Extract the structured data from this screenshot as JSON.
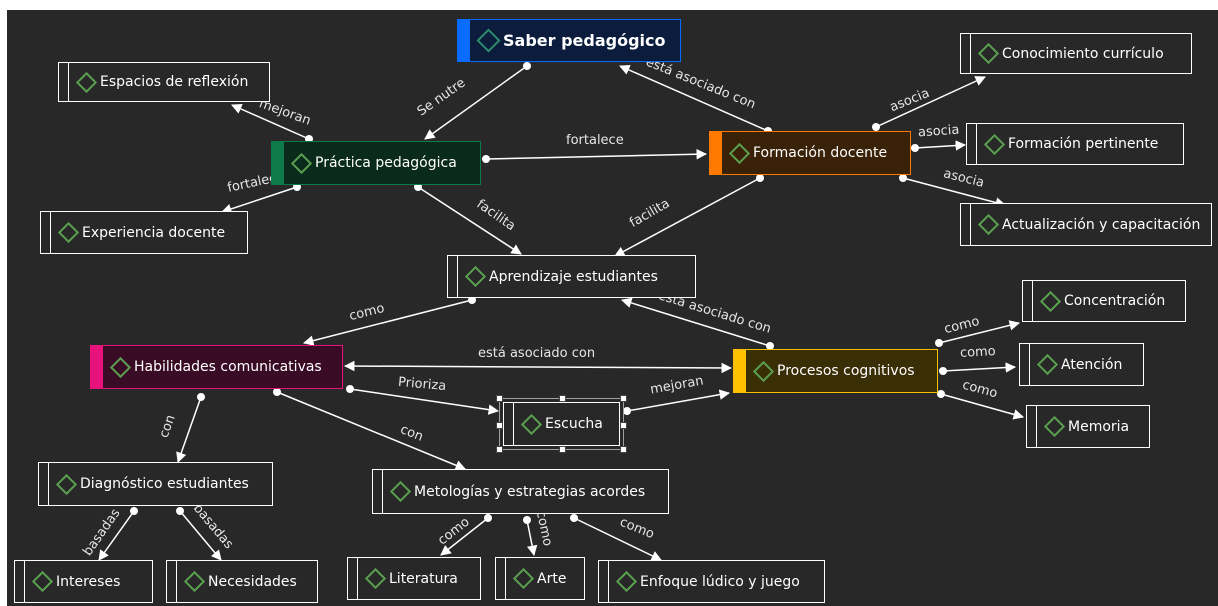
{
  "diagram": {
    "nodes": {
      "saber": "Saber pedagógico",
      "espacios": "Espacios de reflexión",
      "practica": "Práctica pedagógica",
      "experiencia": "Experiencia docente",
      "formacion": "Formación docente",
      "conocimiento": "Conocimiento currículo",
      "pertinente": "Formación pertinente",
      "actualizacion": "Actualización y capacitación",
      "aprendizaje": "Aprendizaje estudiantes",
      "habilidades": "Habilidades comunicativas",
      "procesos": "Procesos cognitivos",
      "concentracion": "Concentración",
      "atencion": "Atención",
      "memoria": "Memoria",
      "escucha": "Escucha",
      "diagnostico": "Diagnóstico estudiantes",
      "metologias": "Metologías y estrategias acordes",
      "intereses": "Intereses",
      "necesidades": "Necesidades",
      "literatura": "Literatura",
      "arte": "Arte",
      "enfoque": "Enfoque lúdico y juego"
    },
    "links": {
      "se_nutre": "Se nutre",
      "asociado_saber": "está asociado con",
      "mejoran_espacios": "mejoran",
      "fortalece_exp": "fortalece",
      "fortalece_form": "fortalece",
      "asocia_1": "asocia",
      "asocia_2": "asocia",
      "asocia_3": "asocia",
      "facilita_1": "facilita",
      "facilita_2": "facilita",
      "como_hab": "como",
      "asociado_proc": "está asociado con",
      "asociado_hab": "está asociado con",
      "prioriza": "Prioriza",
      "mejoran_esc": "mejoran",
      "con_diag": "con",
      "con_met": "con",
      "como_conc": "como",
      "como_aten": "como",
      "como_mem": "como",
      "basadas_1": "basadas",
      "basadas_2": "basadas",
      "como_lit": "como",
      "como_arte": "como",
      "como_enf": "como"
    },
    "colors": {
      "background": "#282828",
      "line": "#ffffff",
      "diamond": "#5a9e4f",
      "saber_bar": "#0a6cff",
      "saber_fill": "#0b1c3d",
      "practica_bar": "#0d7a4a",
      "practica_fill": "#0a2a1c",
      "formacion_bar": "#ff7a00",
      "formacion_fill": "#3a2208",
      "habilidades_bar": "#e8127c",
      "habilidades_fill": "#3a0b24",
      "procesos_bar": "#ffc000",
      "procesos_fill": "#3a2e06"
    }
  }
}
